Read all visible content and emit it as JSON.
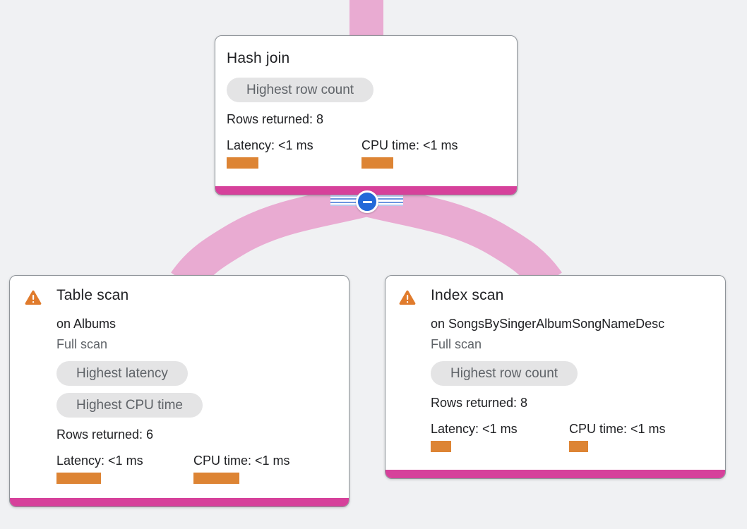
{
  "diagram": {
    "kind": "query-execution-plan",
    "edges": [
      {
        "from": "parent",
        "to": "Hash join"
      },
      {
        "from": "Hash join",
        "to": "Table scan"
      },
      {
        "from": "Hash join",
        "to": "Index scan"
      }
    ],
    "collapse_button": {
      "icon": "minus",
      "state": "expanded"
    }
  },
  "colors": {
    "background": "#f0f1f3",
    "edge_pink": "#e9abd2",
    "accent_magenta": "#d6419b",
    "metric_bar_orange": "#dd8434",
    "warning_orange": "#e07b2c",
    "badge_bg": "#e4e4e5",
    "badge_text": "#5f6368",
    "collapse_blue": "#2368d8",
    "text_primary": "#202124",
    "text_secondary": "#5f6368"
  },
  "nodes": {
    "hash_join": {
      "title": "Hash join",
      "badges": [
        "Highest row count"
      ],
      "rows_returned": "Rows returned: 8",
      "latency": "Latency: <1 ms",
      "cpu_time": "CPU time: <1 ms",
      "latency_bar_width": 45,
      "cpu_bar_width": 45
    },
    "table_scan": {
      "warning_icon": "warning-triangle",
      "title": "Table scan",
      "target": "on Albums",
      "scan_mode": "Full scan",
      "badges": [
        "Highest latency",
        "Highest CPU time"
      ],
      "rows_returned": "Rows returned: 6",
      "latency": "Latency: <1 ms",
      "cpu_time": "CPU time: <1 ms",
      "latency_bar_width": 63,
      "cpu_bar_width": 65
    },
    "index_scan": {
      "warning_icon": "warning-triangle",
      "title": "Index scan",
      "target": "on SongsBySingerAlbumSongNameDesc",
      "scan_mode": "Full scan",
      "badges": [
        "Highest row count"
      ],
      "rows_returned": "Rows returned: 8",
      "latency": "Latency: <1 ms",
      "cpu_time": "CPU time: <1 ms",
      "latency_bar_width": 29,
      "cpu_bar_width": 27
    }
  }
}
